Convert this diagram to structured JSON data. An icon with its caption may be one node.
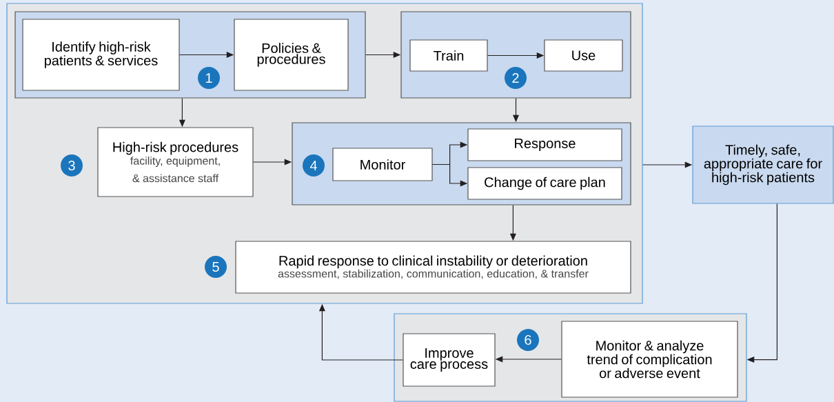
{
  "diagram": {
    "nodes": [
      {
        "text": [],
        "shape": "box"
      },
      {
        "text": [],
        "shape": "box",
        "in": 0
      },
      {
        "text": [
          "Identify high-risk patients & services"
        ],
        "in": 1
      },
      {
        "text": [
          "Policies & procedures"
        ],
        "in": 1
      },
      {
        "text": [
          "1"
        ],
        "in": 1
      },
      {
        "text": [],
        "shape": "box",
        "in": 0
      },
      {
        "text": [
          "Train"
        ],
        "in": 5
      },
      {
        "text": [
          "Use"
        ],
        "in": 5
      },
      {
        "text": [
          "2"
        ],
        "in": 5
      },
      {
        "text": [
          "High-risk procedures",
          "facility, equipment, & assistance staff"
        ],
        "in": 0
      },
      {
        "text": [
          "3"
        ],
        "in": 0
      },
      {
        "text": [],
        "shape": "box",
        "in": 0
      },
      {
        "text": [
          "4"
        ],
        "in": 11
      },
      {
        "text": [
          "Monitor"
        ],
        "in": 11
      },
      {
        "text": [
          "Response"
        ],
        "in": 11
      },
      {
        "text": [
          "Change of care plan"
        ],
        "in": 11
      },
      {
        "text": [
          "Rapid response to clinical instability or deterioration",
          "assessment, stabilization, communication, education, & transfer"
        ],
        "in": 0
      },
      {
        "text": [
          "5"
        ],
        "in": 0
      },
      {
        "text": [
          "Timely, safe, appropriate care for high-risk patients"
        ]
      },
      {
        "text": [],
        "shape": "box"
      },
      {
        "text": [
          "Improve care process"
        ],
        "in": 19
      },
      {
        "text": [
          "6"
        ],
        "in": 19
      },
      {
        "text": [
          "Monitor & analyze trend of complication or adverse event"
        ],
        "in": 19
      }
    ],
    "edges": [
      {
        "from": 2,
        "to": 3,
        "arrow": "to"
      },
      {
        "from": 1,
        "to": 5,
        "arrow": "to"
      },
      {
        "from": 6,
        "to": 7,
        "arrow": "to"
      },
      {
        "from": 1,
        "to": 9,
        "arrow": "to"
      },
      {
        "from": 5,
        "to": 11,
        "arrow": "to"
      },
      {
        "from": 9,
        "to": 11,
        "arrow": "to"
      },
      {
        "from": 13,
        "to": 14,
        "arrow": "to"
      },
      {
        "from": 13,
        "to": 15,
        "arrow": "to"
      },
      {
        "from": 11,
        "to": 16,
        "arrow": "to"
      },
      {
        "from": 0,
        "to": 18,
        "arrow": "to"
      },
      {
        "from": 18,
        "to": 19,
        "arrow": "to"
      },
      {
        "from": 22,
        "to": 20,
        "arrow": "to"
      },
      {
        "from": 20,
        "to": 0,
        "arrow": "to"
      }
    ]
  }
}
